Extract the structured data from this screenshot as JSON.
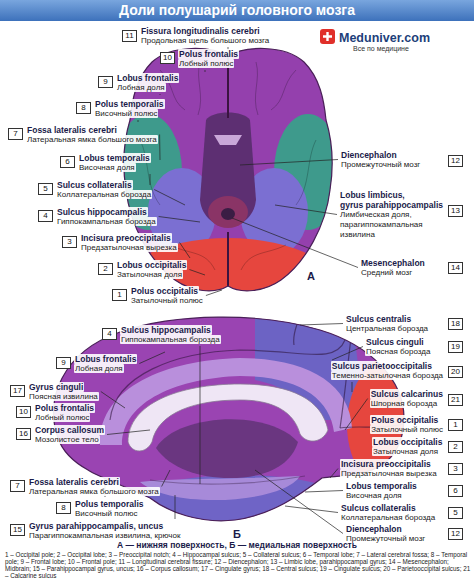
{
  "diagram": {
    "title": "Доли полушарий головного мозга",
    "caption": "А — нижняя поверхность, Б — медиальная поверхность",
    "labels": [
      "Meduniver.com",
      "Все по медицине",
      "11",
      "Fissura longitudinalis cerebri",
      "Продольная щель большого мозга",
      "10",
      "Polus frontalis",
      "Лобный полюс",
      "9",
      "Lobus frontalis",
      "Лобная доля",
      "8",
      "Polus temporalis",
      "Височный полюс",
      "7",
      "Fossa lateralis cerebri",
      "Латеральная ямка большого мозга",
      "6",
      "Lobus temporalis",
      "Височная доля",
      "5",
      "Sulcus collateralis",
      "Коллатеральная борозда",
      "4",
      "Sulcus hippocampalis",
      "Гиппокампальная борозда",
      "3",
      "Incisura preoccipitalis",
      "Предзатылочная вырезка",
      "2",
      "Lobus occipitalis",
      "Затылочная доля",
      "1",
      "Polus occipitalis",
      "Затылочный полюс",
      "Diencephalon",
      "Промежуточный мозг",
      "12",
      "Lobus limbicus,",
      "gyrus parahippocampalis",
      "Лимбическая доля,",
      "парагиппокампальная",
      "извилина",
      "13",
      "Mesencephalon",
      "Средний мозг",
      "14",
      "А",
      "4",
      "Sulcus hippocampalis",
      "Гиппокампальная борозда",
      "Sulcus centralis",
      "Центральная борозда",
      "18",
      "Sulcus cinguli",
      "Поясная борозда",
      "19",
      "9",
      "Lobus frontalis",
      "Лобная доля",
      "Sulcus parietooccipitalis",
      "Теменно-затылочная борозда",
      "20",
      "17",
      "Gyrus cinguli",
      "Поясная извилина",
      "Sulcus calcarinus",
      "Шпорная борозда",
      "21",
      "10",
      "Polus frontalis",
      "Лобный полюс",
      "16",
      "Corpus callosum",
      "Мозолистое тело",
      "Polus occipitalis",
      "Затылочный полюс",
      "1",
      "Lobus occipitalis",
      "Затылочная доля",
      "2",
      "Incisura preoccipitalis",
      "Предзатылочная вырезка",
      "3",
      "7",
      "Fossa lateralis cerebri",
      "Латеральная ямка большого мозга",
      "Lobus temporalis",
      "Височная доля",
      "6",
      "8",
      "Polus temporalis",
      "Височный полюс",
      "Sulcus collateralis",
      "Коллатеральная борозда",
      "5",
      "15",
      "Gyrus parahippocampalis, uncus",
      "Парагиппокампальная извилина, крючок",
      "Diencephalon",
      "Промежуточный мозг",
      "12",
      "Б",
      "1 – Occipital pole; 2 – Occipital lobe; 3 – Preoccipital notch; 4 – Hippocampal sulcus; 5 – Collateral sulcus; 6 – Temporal lobe; 7 – Lateral cerebral fossa; 8 – Temporal pole; 9 – Frontal lobe; 10 – Frontal pole; 11 – Longitudinal cerebral fissure; 12 – Diencephalon; 13 – Limbic lobe, parahippocampal gyrus; 14 – Mesencephalon; Midbrain; 15 – Parahippocampal gyrus, uncus; 16 – Corpus callosum; 17 – Cingulate gyrus; 18 – Central sulcus; 19 – Cingulate sulcus; 20 – Parietooccipital sulcus; 21 – Calcarine sulcus"
    ]
  }
}
